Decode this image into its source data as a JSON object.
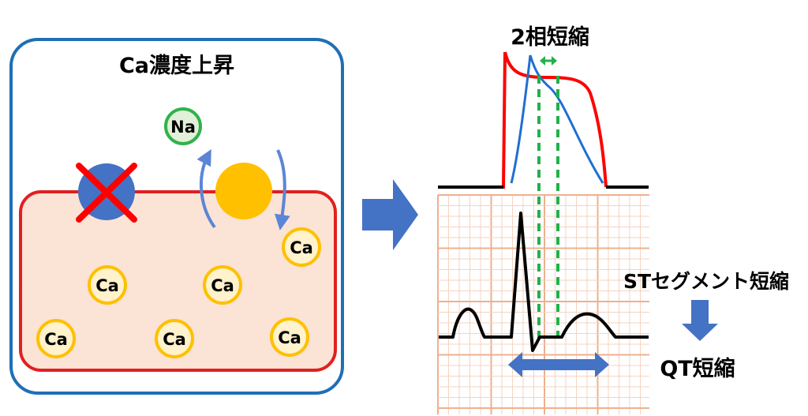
{
  "cell_panel": {
    "title": "Ca濃度上昇",
    "na_label": "Na",
    "ca_labels": [
      "Ca",
      "Ca",
      "Ca",
      "Ca",
      "Ca",
      "Ca"
    ]
  },
  "ecg_panel": {
    "phase2_label": "2相短縮",
    "st_label": "STセグメント短縮",
    "qt_label": "QT短縮"
  },
  "colors": {
    "panel_border": "#1f6fb5",
    "cell_fill": "#fbe3d6",
    "cell_border": "#e02020",
    "blocked_channel": "#4472c4",
    "block_x": "#ff0000",
    "exchanger": "#ffc000",
    "na_ring": "#2fb34a",
    "ca_ring": "#ffc000",
    "flow_arrow": "#5b86d6",
    "big_arrow": "#4472c4",
    "ap_normal": "#ff0000",
    "ap_short": "#1f6fd0",
    "dashed_marker": "#22b04a",
    "grid_minor": "#f6d3c0",
    "grid_major": "#eeb08f"
  }
}
